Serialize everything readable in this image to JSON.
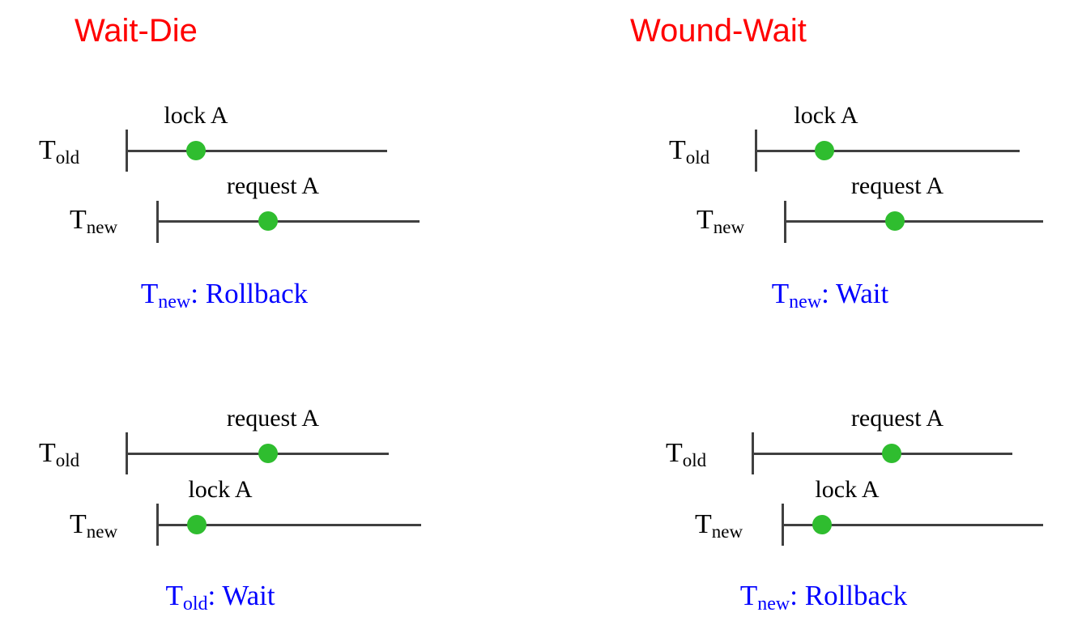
{
  "diagram": {
    "title_color": "#ff0000",
    "result_color": "#0000ff",
    "dot_color": "#2fbd2f",
    "line_color": "#404040",
    "panels": [
      {
        "id": "wait-die-case-1",
        "title": "Wait-Die",
        "rows": [
          {
            "label_main": "T",
            "label_sub": "old",
            "event": "lock A"
          },
          {
            "label_main": "T",
            "label_sub": "new",
            "event": "request A"
          }
        ],
        "result_main": "T",
        "result_sub": "new",
        "result_tail": ": Rollback"
      },
      {
        "id": "wound-wait-case-1",
        "title": "Wound-Wait",
        "rows": [
          {
            "label_main": "T",
            "label_sub": "old",
            "event": "lock A"
          },
          {
            "label_main": "T",
            "label_sub": "new",
            "event": "request A"
          }
        ],
        "result_main": "T",
        "result_sub": "new",
        "result_tail": ": Wait"
      },
      {
        "id": "wait-die-case-2",
        "title": "",
        "rows": [
          {
            "label_main": "T",
            "label_sub": "old",
            "event": "request A"
          },
          {
            "label_main": "T",
            "label_sub": "new",
            "event": "lock A"
          }
        ],
        "result_main": "T",
        "result_sub": "old",
        "result_tail": ": Wait"
      },
      {
        "id": "wound-wait-case-2",
        "title": "",
        "rows": [
          {
            "label_main": "T",
            "label_sub": "old",
            "event": "request A"
          },
          {
            "label_main": "T",
            "label_sub": "new",
            "event": "lock A"
          }
        ],
        "result_main": "T",
        "result_sub": "new",
        "result_tail": ": Rollback"
      }
    ]
  }
}
